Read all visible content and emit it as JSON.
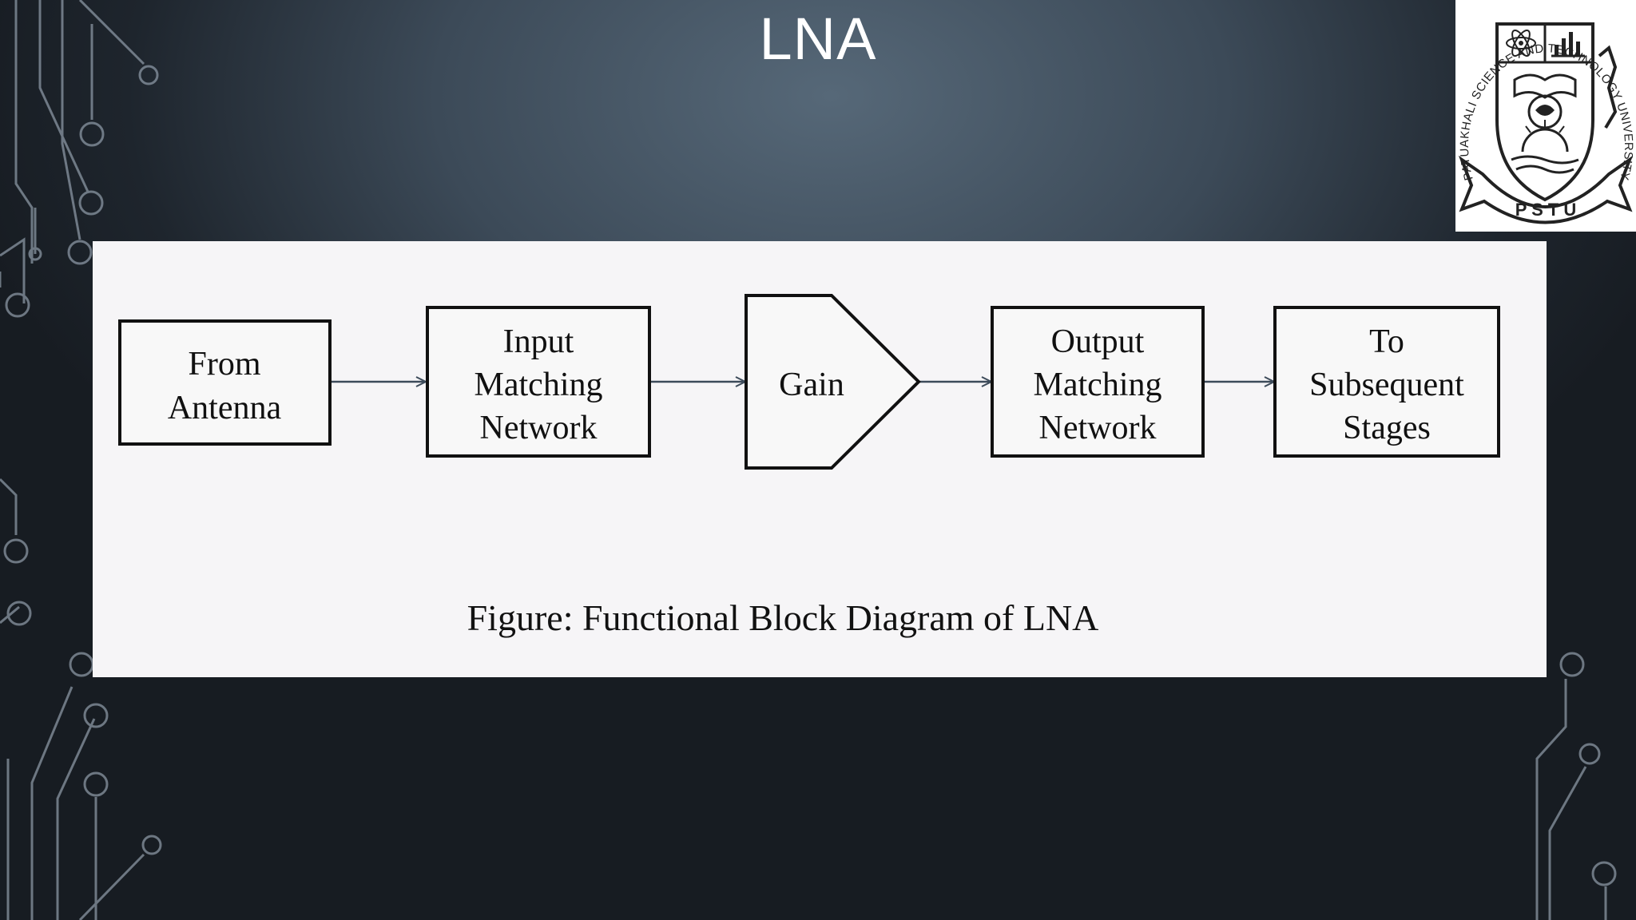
{
  "slide": {
    "title": "LNA"
  },
  "logo": {
    "arc_text": "PATUAKHALI SCIENCE AND TECHNOLOGY UNIVERSITY",
    "ribbon_text": "P S T U"
  },
  "diagram": {
    "blocks": [
      {
        "id": "from-antenna",
        "lines": [
          "From",
          "Antenna"
        ]
      },
      {
        "id": "input-matching-network",
        "lines": [
          "Input",
          "Matching",
          "Network"
        ]
      },
      {
        "id": "gain",
        "lines": [
          "Gain"
        ]
      },
      {
        "id": "output-matching-network",
        "lines": [
          "Output",
          "Matching",
          "Network"
        ]
      },
      {
        "id": "to-subsequent-stages",
        "lines": [
          "To",
          "Subsequent",
          "Stages"
        ]
      }
    ],
    "caption": "Figure: Functional Block Diagram of LNA"
  },
  "colors": {
    "title": "#ffffff",
    "panel": "#f6f5f7",
    "block_stroke": "#111111",
    "arrow": "#3d4b5a"
  }
}
